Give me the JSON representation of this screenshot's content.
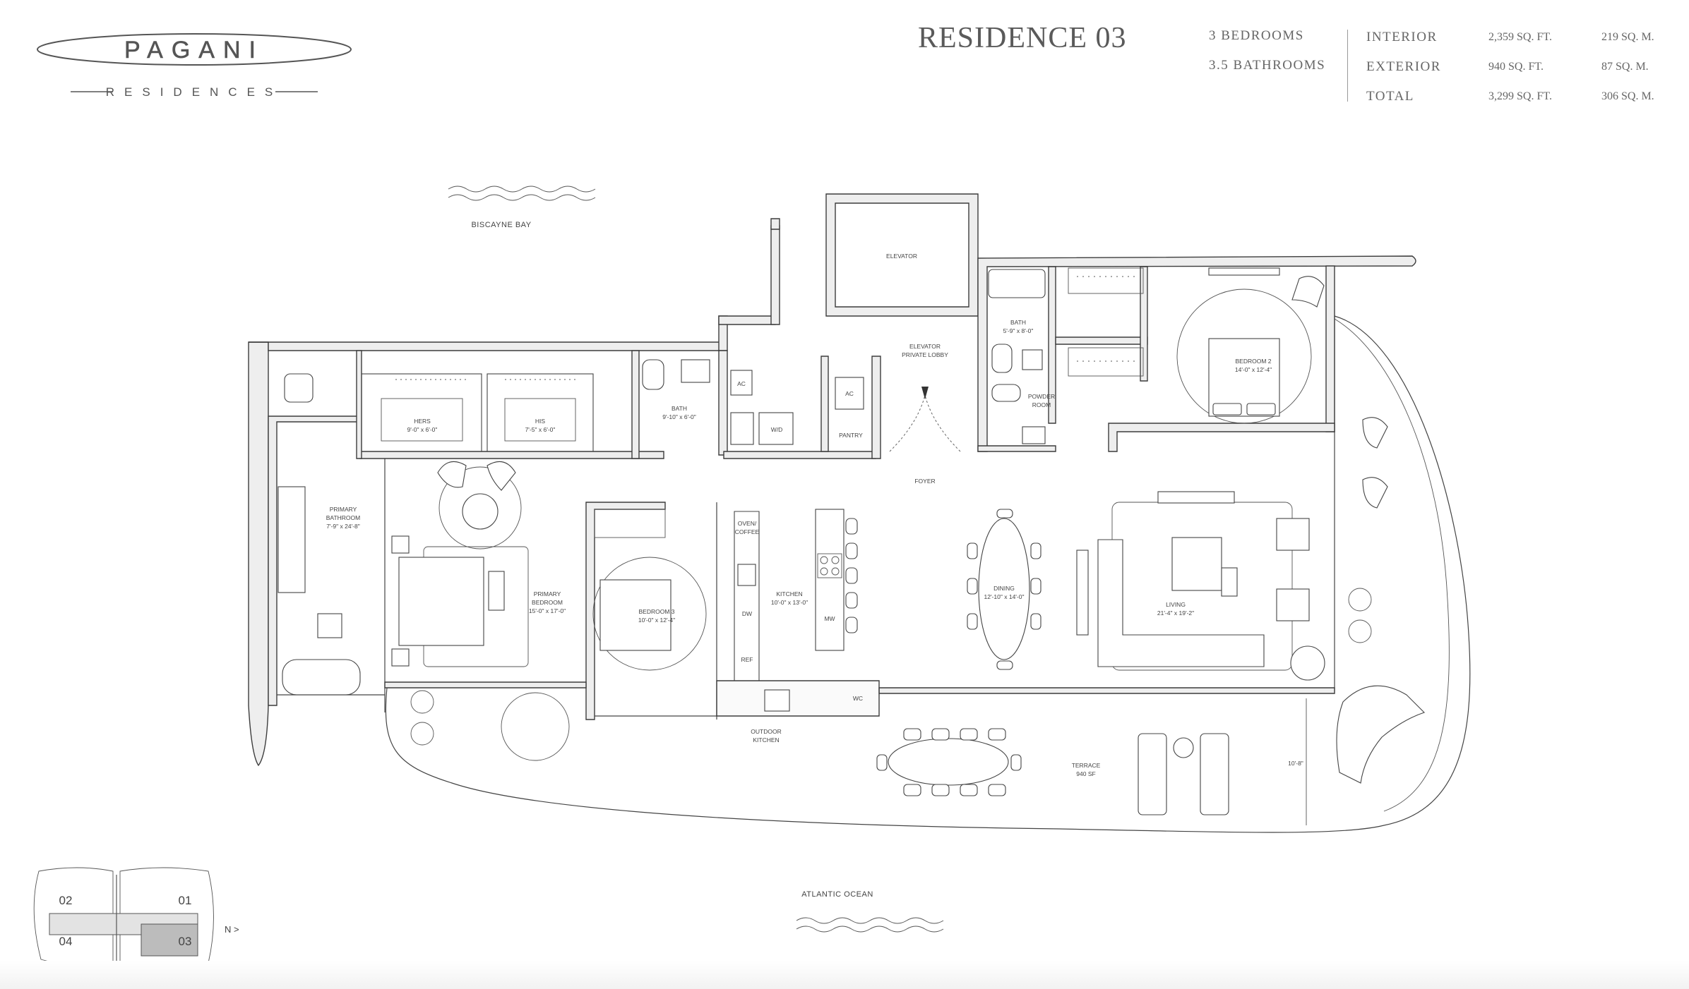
{
  "brand": {
    "name": "PAGANI",
    "tagline": "RESIDENCES"
  },
  "residence": {
    "title": "RESIDENCE 03",
    "bedrooms": "3 BEDROOMS",
    "bathrooms": "3.5 BATHROOMS"
  },
  "areas": [
    {
      "label": "INTERIOR",
      "sqft": "2,359 SQ. FT.",
      "sqm": "219 SQ. M."
    },
    {
      "label": "EXTERIOR",
      "sqft": "940 SQ. FT.",
      "sqm": "87 SQ. M."
    },
    {
      "label": "TOTAL",
      "sqft": "3,299 SQ. FT.",
      "sqm": "306 SQ. M."
    }
  ],
  "orientation": {
    "bay": "BISCAYNE BAY",
    "ocean": "ATLANTIC OCEAN",
    "north": "N >"
  },
  "rooms": {
    "elevator": "ELEVATOR",
    "lobby_1": "ELEVATOR",
    "lobby_2": "PRIVATE LOBBY",
    "bath2": "BATH",
    "bath2_dim": "5'-9\" x 8'-0\"",
    "powder_1": "POWDER",
    "powder_2": "ROOM",
    "bedroom2": "BEDROOM 2",
    "bedroom2_dim": "14'-0\" x 12'-4\"",
    "hers": "HERS",
    "hers_dim": "9'-0\" x 6'-0\"",
    "his": "HIS",
    "his_dim": "7'-5\" x 6'-0\"",
    "bath3": "BATH",
    "bath3_dim": "9'-10\" x 6'-0\"",
    "ac1": "AC",
    "ac2": "AC",
    "wd": "W/D",
    "pantry": "PANTRY",
    "foyer": "FOYER",
    "primary_bath_1": "PRIMARY",
    "primary_bath_2": "BATHROOM",
    "primary_bath_dim": "7'-9\" x 24'-8\"",
    "primary_bed_1": "PRIMARY",
    "primary_bed_2": "BEDROOM",
    "primary_bed_dim": "15'-0\" x 17'-0\"",
    "bedroom3": "BEDROOM 3",
    "bedroom3_dim": "10'-0\" x 12'-4\"",
    "oven_1": "OVEN/",
    "oven_2": "COFFEE",
    "kitchen": "KITCHEN",
    "kitchen_dim": "10'-0\" x 13'-0\"",
    "dw": "DW",
    "mw": "MW",
    "ref": "REF",
    "wc": "WC",
    "dining": "DINING",
    "dining_dim": "12'-10\" x 14'-0\"",
    "living": "LIVING",
    "living_dim": "21'-4\" x 19'-2\"",
    "outdoor_1": "OUTDOOR",
    "outdoor_2": "KITCHEN",
    "terrace": "TERRACE",
    "terrace_area": "940 SF",
    "terrace_depth": "10'-8\""
  },
  "keyplan": {
    "u1": "01",
    "u2": "02",
    "u3": "03",
    "u4": "04"
  }
}
